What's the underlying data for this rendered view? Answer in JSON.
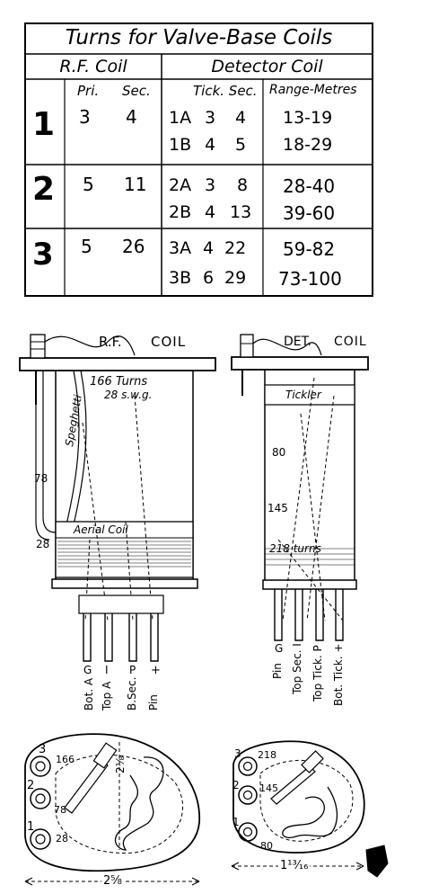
{
  "table": {
    "title": "Turns for Valve-Base Coils",
    "rf_header": "R.F. Coil",
    "det_header": "Detector Coil",
    "col_pri": "Pri.",
    "col_sec": "Sec.",
    "col_tick_sec": "Tick. Sec.",
    "col_range": "Range-Metres",
    "rows": [
      {
        "num": "1",
        "pri": "3",
        "sec": "4",
        "det": [
          {
            "id": "1A",
            "tick": "3",
            "sec": "4",
            "range": "13-19"
          },
          {
            "id": "1B",
            "tick": "4",
            "sec": "5",
            "range": "18-29"
          }
        ]
      },
      {
        "num": "2",
        "pri": "5",
        "sec": "11",
        "det": [
          {
            "id": "2A",
            "tick": "3",
            "sec": "8",
            "range": "28-40"
          },
          {
            "id": "2B",
            "tick": "4",
            "sec": "13",
            "range": "39-60"
          }
        ]
      },
      {
        "num": "3",
        "pri": "5",
        "sec": "26",
        "det": [
          {
            "id": "3A",
            "tick": "4",
            "sec": "22",
            "range": "59-82"
          },
          {
            "id": "3B",
            "tick": "6",
            "sec": "29",
            "range": "73-100"
          }
        ]
      }
    ]
  },
  "rf_coil": {
    "title_left": "R.F.",
    "title_right": "COIL",
    "turns_label": "166 Turns",
    "wire_label": "28 s.w.g.",
    "spaghetti_label": "Speghetti",
    "tap_78": "78",
    "tap_28": "28",
    "aerial_label": "Aerial Coil",
    "pins": [
      "Bot. A",
      "Top A",
      "B.Sec.",
      "Pin"
    ],
    "pin_marks": [
      "G",
      "I",
      "P",
      "+"
    ]
  },
  "det_coil": {
    "title_left": "DET.",
    "title_right": "COIL",
    "tickler_label": "Tickler",
    "tap_80": "80",
    "tap_145": "145",
    "turns_label": "218 turns",
    "pins": [
      "Pin",
      "Top Sec. I",
      "Top Tick. P",
      "Bot. Tick. +"
    ],
    "pin_marks": [
      "G",
      "",
      "",
      ""
    ]
  },
  "rf_base": {
    "terminals": [
      "3",
      "2",
      "1"
    ],
    "taps": [
      "166",
      "78",
      "28"
    ],
    "dim_inner": "2⅛",
    "dim_outer": "2⅝"
  },
  "det_base": {
    "terminals": [
      "3",
      "2",
      "1"
    ],
    "taps": [
      "218",
      "145",
      "80"
    ],
    "dim_outer": "1¹³⁄₁₆"
  }
}
